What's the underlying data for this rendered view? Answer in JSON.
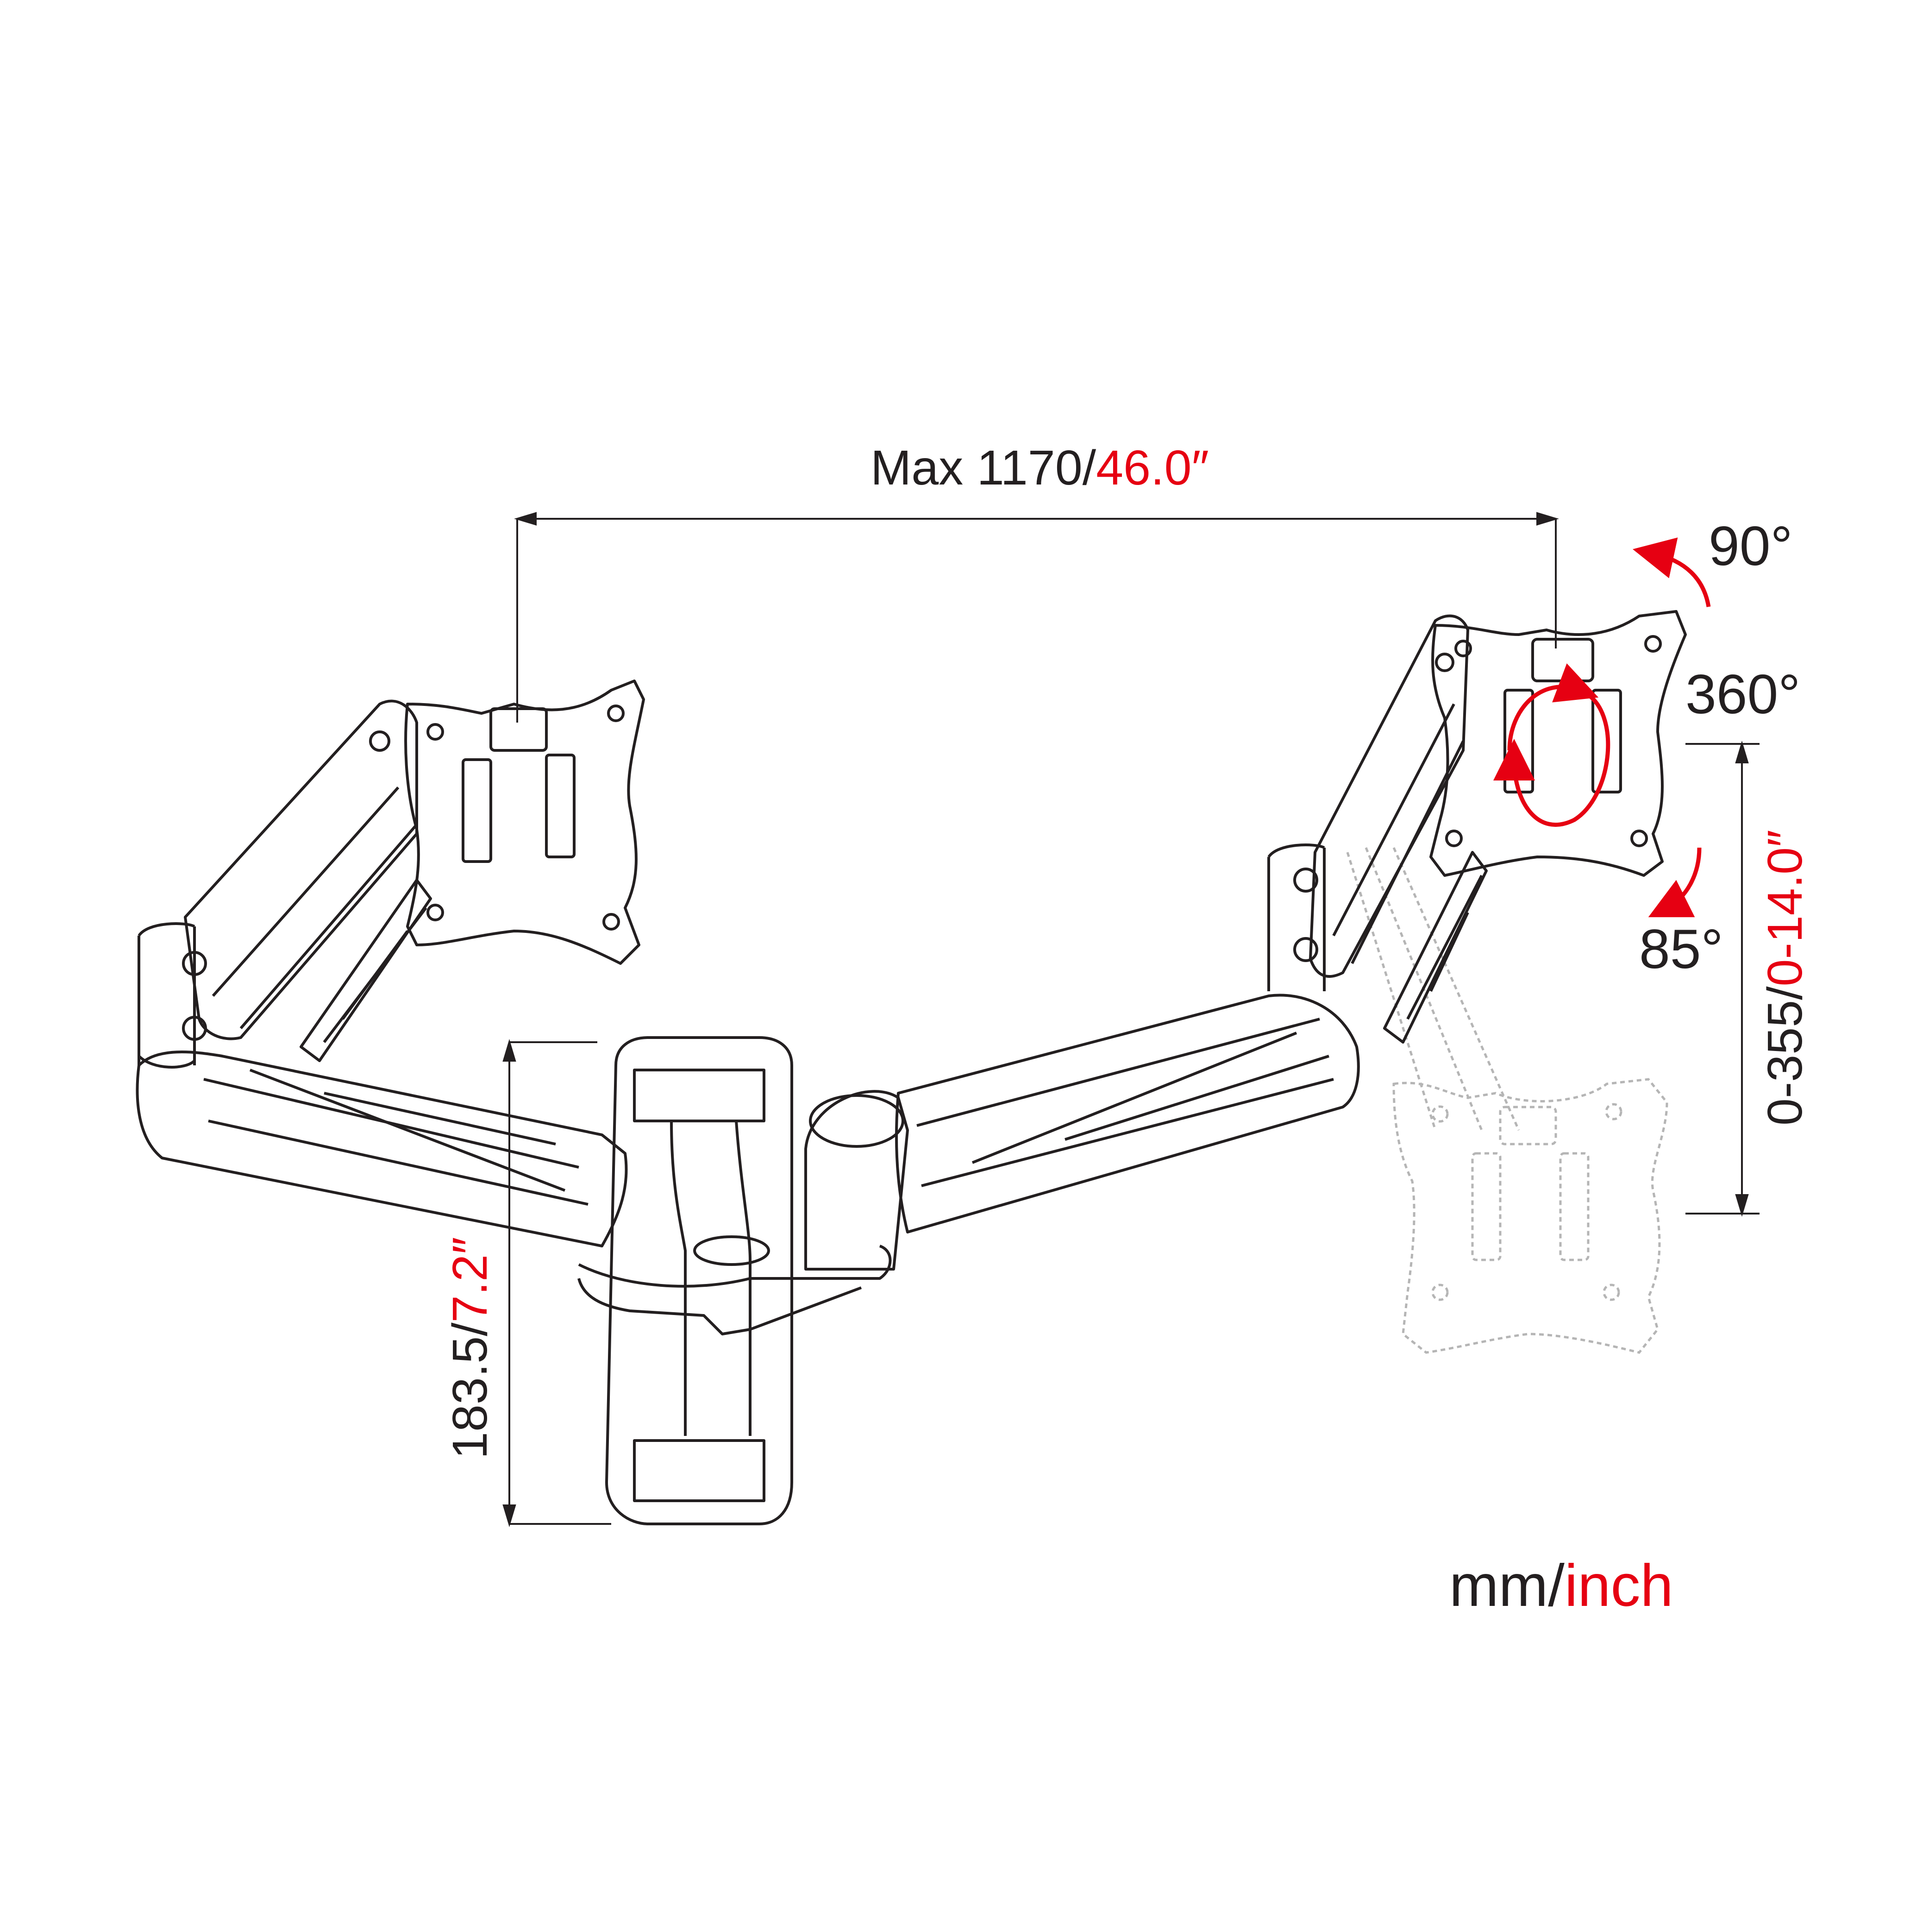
{
  "labels": {
    "width_dim": {
      "mm": "Max 1170/",
      "inch": "46.0″"
    },
    "height_dim": {
      "mm": "183.5/",
      "inch": "7.2″"
    },
    "vertical_travel": {
      "mm": "0-355/",
      "inch": "0-14.0″"
    },
    "rotate": "360°",
    "tilt_up": "90°",
    "tilt_down": "85°",
    "units": {
      "mm": "mm/",
      "inch": "inch"
    }
  },
  "colors": {
    "line": "#231f20",
    "ghost": "#b5b5b5",
    "accent": "#e60012"
  }
}
